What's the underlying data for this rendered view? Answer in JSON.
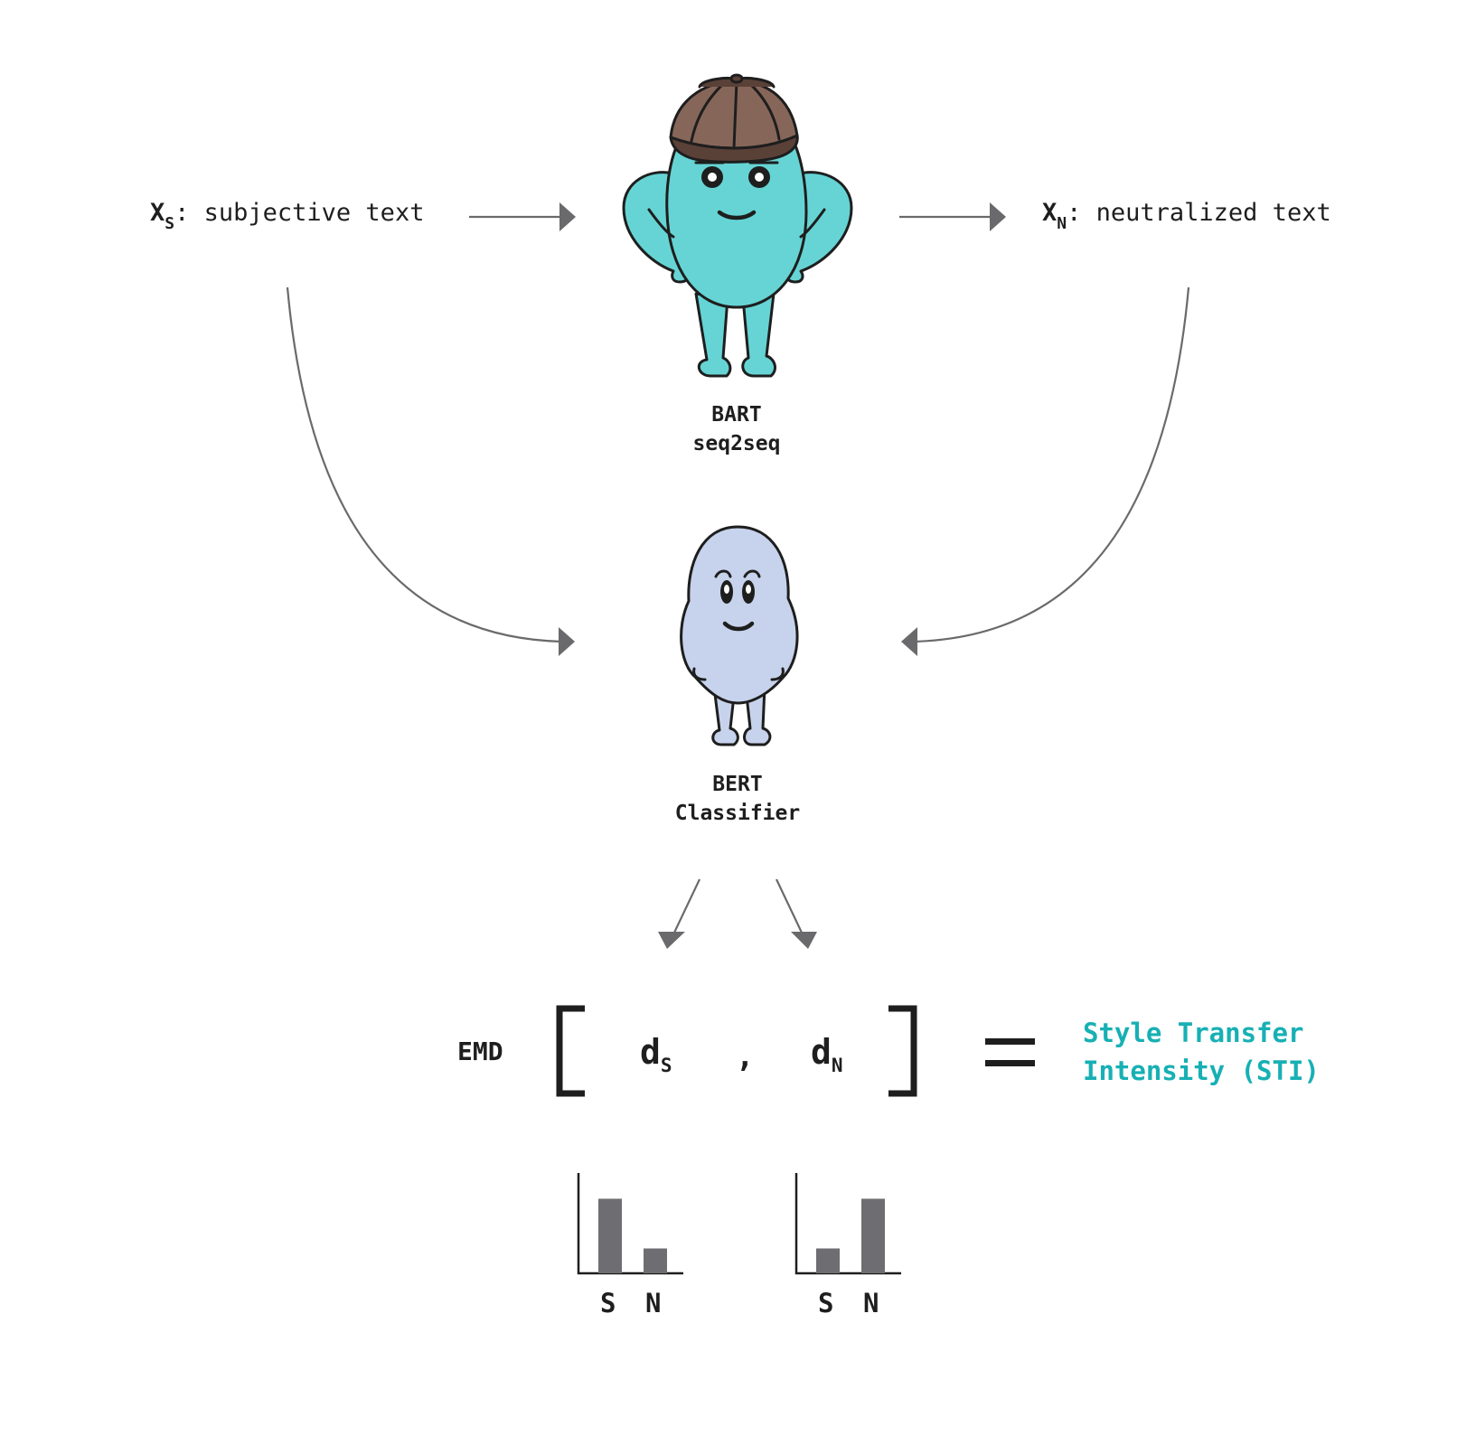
{
  "input": {
    "symbol": "X",
    "subscript": "S",
    "label": ": subjective text"
  },
  "output": {
    "symbol": "X",
    "subscript": "N",
    "label": ": neutralized text"
  },
  "bart": {
    "line1": "BART",
    "line2": "seq2seq"
  },
  "bert": {
    "line1": "BERT",
    "line2": "Classifier"
  },
  "equation": {
    "emd": "EMD",
    "d_s_main": "d",
    "d_s_sub": "S",
    "comma": ",",
    "d_n_main": "d",
    "d_n_sub": "N",
    "result_line1": "Style Transfer",
    "result_line2": "Intensity (STI)"
  },
  "colors": {
    "bart_body": "#66d4d4",
    "bart_hat": "#87665a",
    "bert_body": "#c7d3ec",
    "accent": "#17b0b4",
    "arrow": "#6a6a6c",
    "bar": "#6e6e72"
  },
  "chart_data": [
    {
      "type": "bar",
      "categories": [
        "S",
        "N"
      ],
      "values": [
        0.75,
        0.25
      ],
      "ylim": [
        0,
        1
      ]
    },
    {
      "type": "bar",
      "categories": [
        "S",
        "N"
      ],
      "values": [
        0.25,
        0.75
      ],
      "ylim": [
        0,
        1
      ]
    }
  ]
}
